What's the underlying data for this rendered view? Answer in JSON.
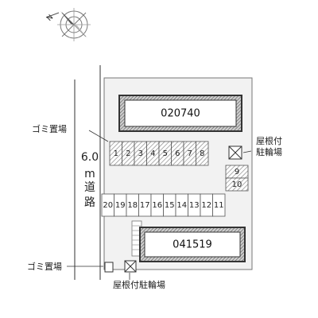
{
  "compass": {
    "label": "N",
    "icon": "compass-rose-icon"
  },
  "road": {
    "width": "6.0",
    "unit": "m",
    "name_char1": "道",
    "name_char2": "路"
  },
  "buildings": [
    {
      "id": "building-top",
      "label": "020740"
    },
    {
      "id": "building-bottom",
      "label": "041519"
    }
  ],
  "parking_top_row": [
    "1",
    "2",
    "3",
    "4",
    "5",
    "6",
    "7",
    "8"
  ],
  "parking_right_column": [
    "9",
    "10"
  ],
  "parking_bottom_row": [
    "20",
    "19",
    "18",
    "17",
    "16",
    "15",
    "14",
    "13",
    "12",
    "11"
  ],
  "labels": {
    "garbage_top": "ゴミ置場",
    "garbage_bottom": "ゴミ置場",
    "bike_right_line1": "屋根付",
    "bike_right_line2": "駐輪場",
    "bike_bottom": "屋根付駐輪場"
  },
  "colors": {
    "hatch": "#9a9a9a",
    "building_border": "#333333",
    "lot_fill": "#f2f2f2"
  }
}
